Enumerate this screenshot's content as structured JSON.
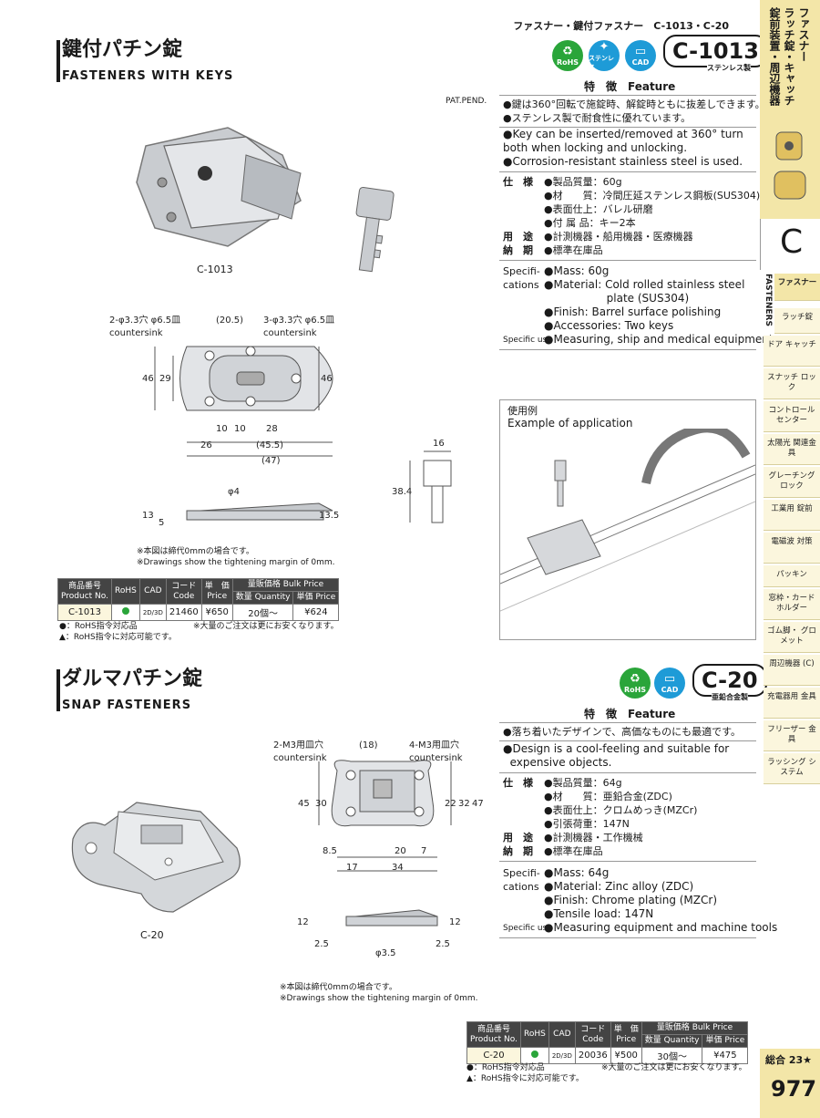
{
  "header": {
    "breadcrumb": "ファスナー・鍵付ファスナー　C-1013・C-20"
  },
  "sidebar": {
    "category_title": "ファスナー\nラッチ錠・キャッチ\n錠前装置・周辺機器",
    "letter": "C",
    "fasteners_en": "FASTENERS",
    "items": [
      "ファスナー",
      "ラッチ錠",
      "ドア キャッチ",
      "スナッチ ロック",
      "コントロール センター",
      "太陽光 関連金具",
      "グレーチング ロック",
      "工業用 錠前",
      "電磁波 対策",
      "パッキン",
      "窓枠・カード ホルダー",
      "ゴム脚・ グロメット",
      "周辺機器 (C)",
      "充電器用 金具",
      "フリーザー 金具",
      "ラッシング システム"
    ],
    "total_label": "総合 23★",
    "page_number": "977"
  },
  "product1": {
    "title_ja": "鍵付パチン錠",
    "title_en": "FASTENERS WITH KEYS",
    "badges": [
      "RoHS",
      "ステンレス",
      "CAD"
    ],
    "code": "C-1013",
    "code_sub": "ステンレス製",
    "pat_pend": "PAT.PEND.",
    "photo_label": "C-1013",
    "feature_head": "特　徴　Feature",
    "features_ja": [
      "●鍵は360°回転で施錠時、解錠時ともに抜差しできます。",
      "●ステンレス製で耐食性に優れています。"
    ],
    "features_en": [
      "●Key can be inserted/removed at 360° turn",
      "  both when locking and unlocking.",
      "●Corrosion-resistant stainless steel is used."
    ],
    "spec_ja_label": "仕　様",
    "spec_ja": [
      "●製品質量：60g",
      "●材　　質：冷間圧延ステンレス鋼板(SUS304)",
      "●表面仕上：バレル研磨",
      "●付 属 品：キー2本"
    ],
    "use_ja_label": "用　途",
    "use_ja": "●計測機器・船用機器・医療機器",
    "delivery_label": "納　期",
    "delivery": "●標準在庫品",
    "spec_en_label": "Specifi-\ncations",
    "spec_en": [
      "●Mass: 60g",
      "●Material: Cold rolled stainless steel",
      "                  plate (SUS304)",
      "●Finish: Barrel surface polishing",
      "●Accessories: Two keys"
    ],
    "use_en_label": "Specific use",
    "use_en": "●Measuring, ship and medical equipment",
    "dims": {
      "hole_left": "2-φ3.3穴 φ6.5皿",
      "hole_left_en": "countersink",
      "hole_right": "3-φ3.3穴 φ6.5皿",
      "hole_right_en": "countersink",
      "d205": "(20.5)",
      "d46l": "46",
      "d29": "29",
      "d46r": "46",
      "d10a": "10",
      "d10b": "10",
      "d28": "28",
      "d26": "26",
      "d455": "(45.5)",
      "d47": "(47)",
      "d4": "φ4",
      "d13": "13",
      "d5": "5",
      "d135": "13.5",
      "k16": "16",
      "k384": "38.4"
    },
    "note_ja": "※本図は締代0mmの場合です。",
    "note_en": "※Drawings show the tightening margin of 0mm.",
    "example_ja": "使用例",
    "example_en": "Example of application",
    "table": {
      "h_product": "商品番号\nProduct No.",
      "h_rohs": "RoHS",
      "h_cad": "CAD",
      "h_code": "コード\nCode",
      "h_price": "単　価\nPrice",
      "h_bulk": "量販価格 Bulk Price",
      "h_qty": "数量 Quantity",
      "h_unit": "単価 Price",
      "row": {
        "product": "C-1013",
        "cad": "2D/3D",
        "code": "21460",
        "price": "¥650",
        "qty": "20個～",
        "unit": "¥624"
      }
    },
    "legend_rohs": "●：RoHS指令対応品",
    "legend_tri": "▲：RoHS指令に対応可能です。",
    "legend_bulk": "※大量のご注文は更にお安くなります。"
  },
  "product2": {
    "title_ja": "ダルマパチン錠",
    "title_en": "SNAP FASTENERS",
    "badges": [
      "RoHS",
      "CAD"
    ],
    "code": "C-20",
    "code_sub": "亜鉛合金製",
    "photo_label": "C-20",
    "feature_head": "特　徴　Feature",
    "features_ja": [
      "●落ち着いたデザインで、高価なものにも最適です。"
    ],
    "features_en": [
      "●Design is a cool-feeling and suitable for",
      "  expensive objects."
    ],
    "spec_ja_label": "仕　様",
    "spec_ja": [
      "●製品質量：64g",
      "●材　　質：亜鉛合金(ZDC)",
      "●表面仕上：クロムめっき(MZCr)",
      "●引張荷重：147N"
    ],
    "use_ja_label": "用　途",
    "use_ja": "●計測機器・工作機械",
    "delivery_label": "納　期",
    "delivery": "●標準在庫品",
    "spec_en_label": "Specifi-\ncations",
    "spec_en": [
      "●Mass: 64g",
      "●Material: Zinc alloy (ZDC)",
      "●Finish: Chrome plating (MZCr)",
      "●Tensile load: 147N"
    ],
    "use_en_label": "Specific use",
    "use_en": "●Measuring equipment and machine tools",
    "dims": {
      "hole_left": "2-M3用皿穴",
      "hole_left_en": "countersink",
      "hole_right": "4-M3用皿穴",
      "hole_right_en": "countersink",
      "d18": "(18)",
      "d45": "45",
      "d30": "30",
      "d22": "22",
      "d32": "32",
      "d47": "47",
      "d85": "8.5",
      "d20": "20",
      "d7": "7",
      "d17": "17",
      "d34": "34",
      "d12l": "12",
      "d25l": "2.5",
      "d35": "φ3.5",
      "d25r": "2.5",
      "d12r": "12"
    },
    "note_ja": "※本図は締代0mmの場合です。",
    "note_en": "※Drawings show the tightening margin of 0mm.",
    "table": {
      "h_product": "商品番号\nProduct No.",
      "h_rohs": "RoHS",
      "h_cad": "CAD",
      "h_code": "コード\nCode",
      "h_price": "単　価\nPrice",
      "h_bulk": "量販価格 Bulk Price",
      "h_qty": "数量 Quantity",
      "h_unit": "単価 Price",
      "row": {
        "product": "C-20",
        "cad": "2D/3D",
        "code": "20036",
        "price": "¥500",
        "qty": "30個～",
        "unit": "¥475"
      }
    },
    "legend_rohs": "●：RoHS指令対応品",
    "legend_tri": "▲：RoHS指令に対応可能です。",
    "legend_bulk": "※大量のご注文は更にお安くなります。"
  },
  "colors": {
    "rohs": "#2aa53a",
    "stainless": "#1e9bd7",
    "cad": "#1e9bd7",
    "sidebar": "#f3e6a8",
    "table_head": "#444444"
  }
}
